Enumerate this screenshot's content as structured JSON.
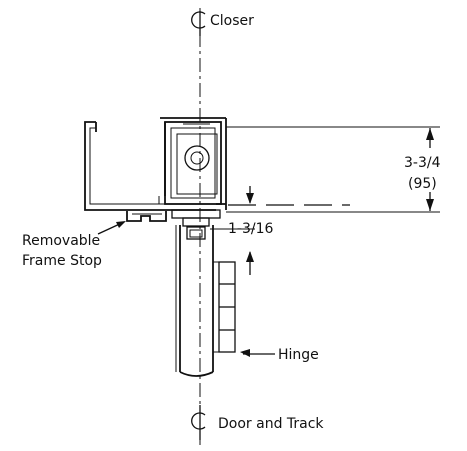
{
  "labels": {
    "closer": "Closer",
    "dim_top_a": "3-3/4",
    "dim_top_b": "(95)",
    "dim_bottom": "1-3/16",
    "frame_stop_a": "Removable",
    "frame_stop_b": "Frame Stop",
    "hinge": "Hinge",
    "door_track": "Door and Track"
  },
  "colors": {
    "line": "#111111",
    "background": "#ffffff"
  }
}
